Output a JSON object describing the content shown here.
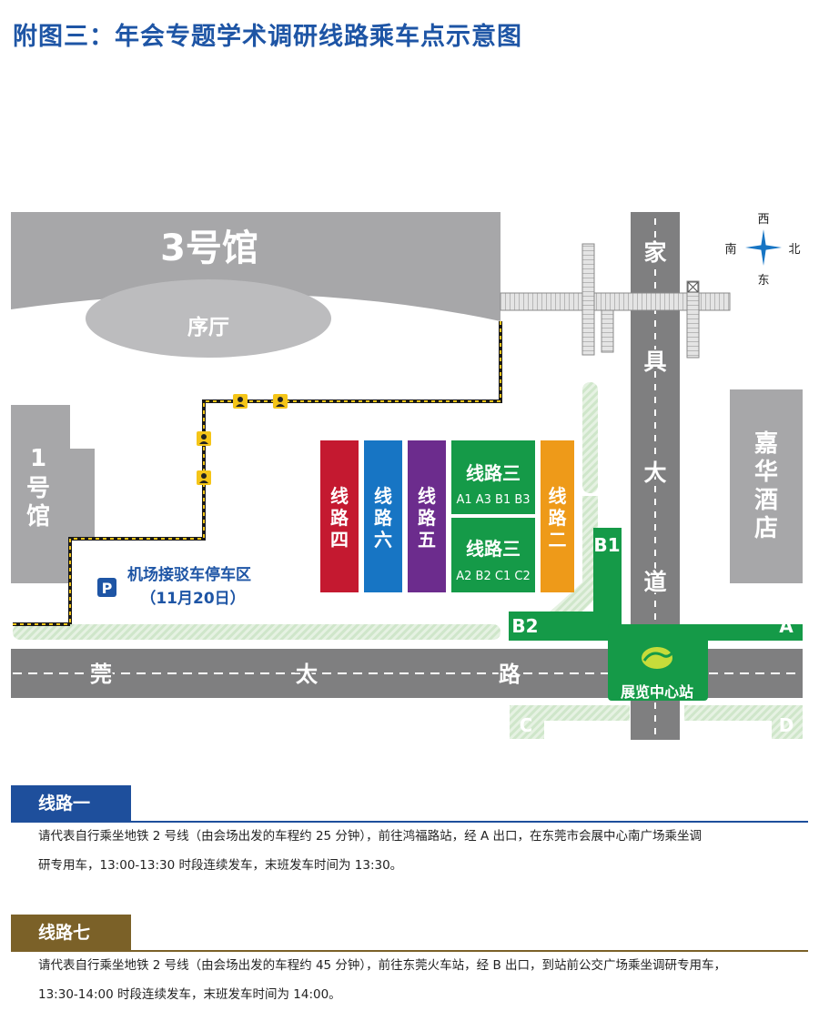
{
  "title": "附图三：年会专题学术调研线路乘车点示意图",
  "colors": {
    "title": "#1e55a5",
    "building": "#a7a7a9",
    "road": "#7f7f80",
    "green": "#159a48",
    "light_green": "#d8ebd4",
    "route4": "#c41930",
    "route6": "#1775c4",
    "route5": "#6c2c8d",
    "route3": "#159a48",
    "route2": "#ee9a19",
    "section1": "#1e4f9c",
    "section7": "#7b6128"
  },
  "map": {
    "hall3": "3号馆",
    "lobby": "序厅",
    "hall1_num": "1",
    "hall1_chars": [
      "号",
      "馆"
    ],
    "hotel_chars": [
      "嘉",
      "华",
      "酒",
      "店"
    ],
    "avenue_chars": [
      "家",
      "具",
      "大",
      "道"
    ],
    "road_chars": [
      "莞",
      "太",
      "路"
    ],
    "parking_icon": "P",
    "parking_label": "机场接驳车停车区",
    "parking_date": "（11月20日）",
    "compass": {
      "n": "北",
      "s": "南",
      "e": "东",
      "w": "西"
    },
    "routes": [
      {
        "chars": [
          "线",
          "路",
          "四"
        ]
      },
      {
        "chars": [
          "线",
          "路",
          "六"
        ]
      },
      {
        "chars": [
          "线",
          "路",
          "五"
        ]
      },
      {
        "title": "线路三",
        "codes": "A1 A3 B1 B3"
      },
      {
        "title": "线路三",
        "codes": "A2 B2 C1 C2"
      },
      {
        "chars": [
          "线",
          "路",
          "二"
        ]
      }
    ],
    "exits": {
      "a": "A",
      "b1": "B1",
      "b2": "B2",
      "c": "C",
      "d": "D"
    },
    "station": "展览中心站"
  },
  "sections": [
    {
      "tag": "线路一",
      "lines": [
        "请代表自行乘坐地铁 2 号线（由会场出发的车程约 25 分钟），前往鸿福路站，经 A 出口，在东莞市会展中心南广场乘坐调",
        "研专用车，13:00-13:30 时段连续发车，末班发车时间为 13:30。"
      ]
    },
    {
      "tag": "线路七",
      "lines": [
        "请代表自行乘坐地铁 2 号线（由会场出发的车程约 45 分钟），前往东莞火车站，经 B 出口，到站前公交广场乘坐调研专用车，",
        "13:30-14:00 时段连续发车，末班发车时间为 14:00。"
      ]
    }
  ]
}
